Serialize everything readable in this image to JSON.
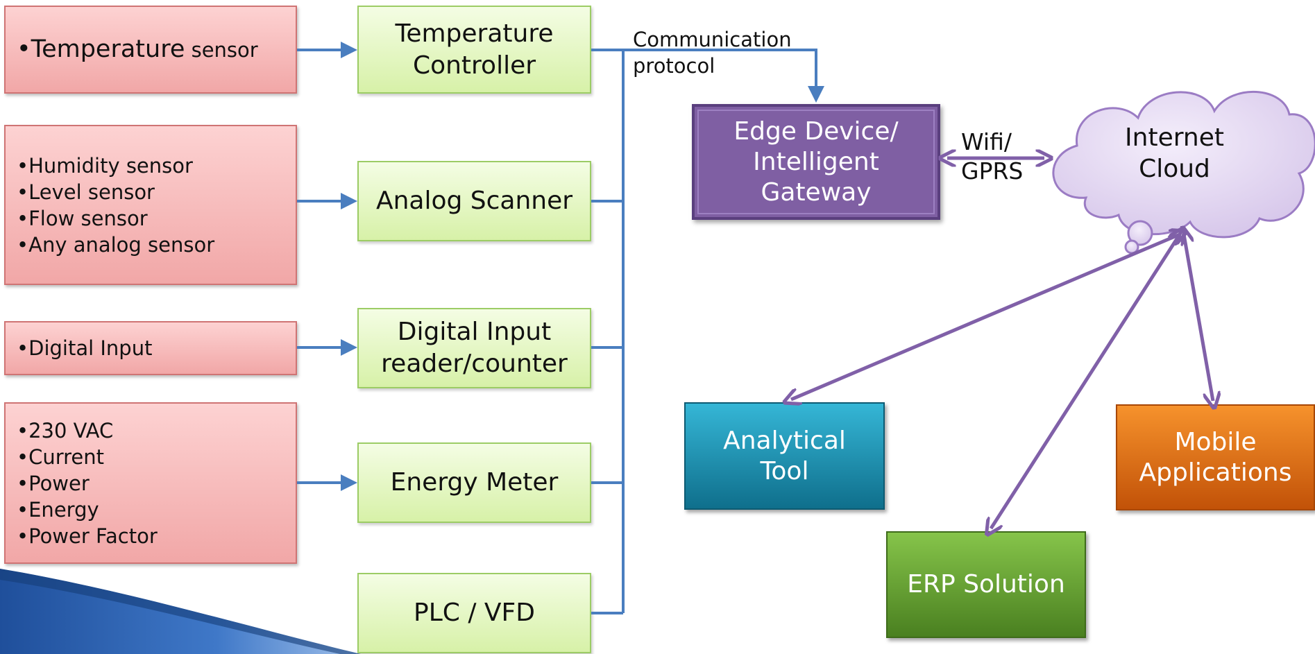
{
  "sensors": {
    "temperature": {
      "main": "Temperature",
      "suffix": " sensor"
    },
    "analog": [
      "Humidity sensor",
      "Level sensor",
      "Flow sensor",
      "Any analog sensor"
    ],
    "digital": [
      "Digital Input"
    ],
    "energy": [
      "230 VAC",
      "Current",
      "Power",
      "Energy",
      "Power Factor"
    ]
  },
  "controllers": {
    "temperature": {
      "line1": "Temperature",
      "line2": "Controller"
    },
    "analog": "Analog Scanner",
    "digital": {
      "line1": "Digital Input",
      "line2": "reader/counter"
    },
    "energy": "Energy Meter",
    "plc": "PLC / VFD"
  },
  "labels": {
    "protocol_line1": "Communication",
    "protocol_line2": "protocol",
    "wifi_line1": "Wifi/",
    "wifi_line2": "GPRS"
  },
  "gateway": {
    "line1": "Edge Device/",
    "line2": "Intelligent",
    "line3": "Gateway"
  },
  "cloud": {
    "line1": "Internet",
    "line2": "Cloud"
  },
  "endpoints": {
    "analytical": {
      "line1": "Analytical",
      "line2": "Tool"
    },
    "erp": "ERP Solution",
    "mobile": {
      "line1": "Mobile",
      "line2": "Applications"
    }
  },
  "colors": {
    "connector_blue": "#4a7ebf",
    "arrow_purple": "#8060a8",
    "gateway": "#7f5fa3",
    "analytical": "#1b8fb0",
    "erp": "#5f9a2a",
    "mobile": "#e0660f"
  }
}
